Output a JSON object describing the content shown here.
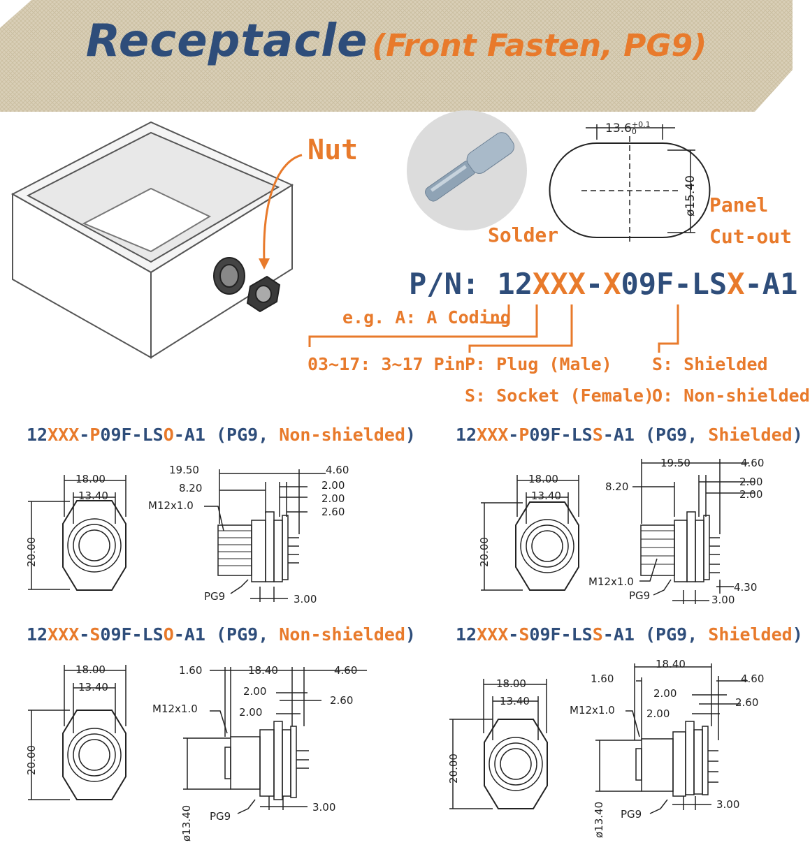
{
  "header": {
    "title_main": "Receptacle",
    "title_sub": "(Front Fasten, PG9)"
  },
  "callouts": {
    "nut": "Nut",
    "solder": "Solder",
    "panel_line1": "Panel",
    "panel_line2": "Cut-out"
  },
  "cutout": {
    "width_dim": "13.6",
    "width_tol_upper": "+0.1",
    "width_tol_lower": "0",
    "diameter_dim": "ø15.40"
  },
  "part_number": {
    "prefix": "P/N: 12",
    "x1": "X",
    "x2": "XX",
    "dash1": "-",
    "x3": "X",
    "mid": "09F-LS",
    "x4": "X",
    "suffix": "-A1",
    "legend": {
      "coding": "e.g. A: A Coding",
      "pins": "03~17: 3~17 Pin",
      "plug": "P: Plug (Male)",
      "socket": "S: Socket (Female)",
      "shielded": "S: Shielded",
      "nonshielded": "O: Non-shielded"
    }
  },
  "sections": [
    {
      "pn_a": "12",
      "pn_b": "XXX",
      "pn_c": "-",
      "pn_d": "P",
      "pn_e": "09F-LS",
      "pn_f": "O",
      "pn_g": "-A1",
      "note_a": "(PG9, ",
      "note_b": "Non-shielded",
      "note_c": ")",
      "dims": {
        "w_outer": "18.00",
        "w_inner": "13.40",
        "height": "20.00",
        "len_total": "19.50",
        "len_a": "4.60",
        "len_b": "8.20",
        "d1": "2.00",
        "d2": "2.00",
        "d3": "2.60",
        "thread": "M12x1.0",
        "pg": "PG9",
        "d4": "3.00"
      }
    },
    {
      "pn_a": "12",
      "pn_b": "XXX",
      "pn_c": "-",
      "pn_d": "P",
      "pn_e": "09F-LS",
      "pn_f": "S",
      "pn_g": "-A1",
      "note_a": "(PG9, ",
      "note_b": "Shielded",
      "note_c": ")",
      "dims": {
        "w_outer": "18.00",
        "w_inner": "13.40",
        "height": "20.00",
        "len_total": "19.50",
        "len_a": "4.60",
        "len_b": "8.20",
        "d1": "2.00",
        "d2": "2.00",
        "thread": "M12x1.0",
        "pg": "PG9",
        "d4": "3.00",
        "d5": "4.30"
      }
    },
    {
      "pn_a": "12",
      "pn_b": "XXX",
      "pn_c": "-",
      "pn_d": "S",
      "pn_e": "09F-LS",
      "pn_f": "O",
      "pn_g": "-A1",
      "note_a": "(PG9, ",
      "note_b": "Non-shielded",
      "note_c": ")",
      "dims": {
        "w_outer": "18.00",
        "w_inner": "13.40",
        "height": "20.00",
        "len_a": "1.60",
        "len_total": "18.40",
        "len_c": "4.60",
        "d1": "2.00",
        "d2": "2.60",
        "d3": "2.00",
        "thread": "M12x1.0",
        "pg": "PG9",
        "d4": "3.00",
        "dia": "ø13.40"
      }
    },
    {
      "pn_a": "12",
      "pn_b": "XXX",
      "pn_c": "-",
      "pn_d": "S",
      "pn_e": "09F-LS",
      "pn_f": "S",
      "pn_g": "-A1",
      "note_a": "(PG9, ",
      "note_b": "Shielded",
      "note_c": ")",
      "dims": {
        "w_outer": "18.00",
        "w_inner": "13.40",
        "height": "20.00",
        "len_a": "1.60",
        "len_total": "18.40",
        "len_c": "4.60",
        "d1": "2.00",
        "d2": "2.60",
        "d3": "2.00",
        "thread": "M12x1.0",
        "pg": "PG9",
        "d4": "3.00",
        "dia": "ø13.40"
      }
    }
  ],
  "colors": {
    "blue": "#2e4d7a",
    "orange": "#e87a2b",
    "banner": "#d8cdb4"
  }
}
